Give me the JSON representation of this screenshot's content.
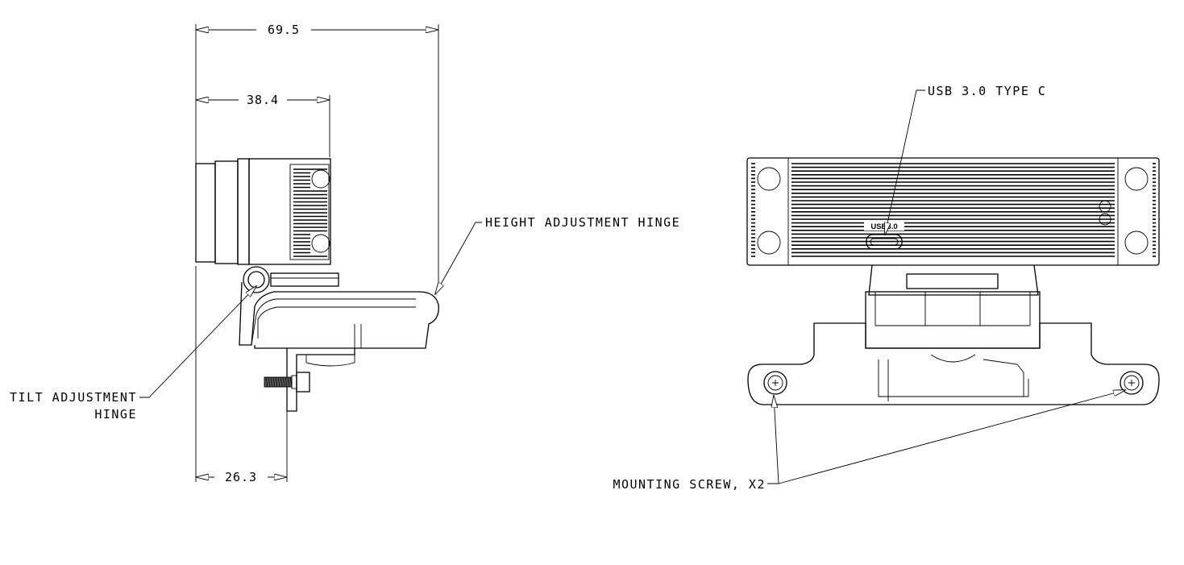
{
  "side_view": {
    "dim_overall": "69.5",
    "dim_camera_depth": "38.4",
    "dim_screw_offset": "26.3",
    "label_height_hinge": "HEIGHT ADJUSTMENT HINGE",
    "label_tilt_hinge_line1": "TILT ADJUSTMENT",
    "label_tilt_hinge_line2": "HINGE"
  },
  "front_view": {
    "label_usb": "USB 3.0 TYPE C",
    "port_marking": "USB3.0",
    "label_mounting_screw": "MOUNTING SCREW, X2"
  }
}
